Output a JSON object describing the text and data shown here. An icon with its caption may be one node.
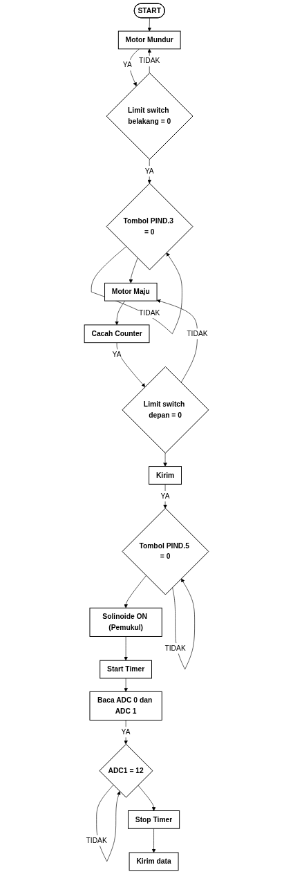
{
  "diagram": {
    "nodes": [
      {
        "text": [
          "START"
        ]
      },
      {
        "text": [
          "Motor Mundur"
        ]
      },
      {
        "text": [
          "Limit switch belakang = 0"
        ]
      },
      {
        "text": [
          "Tombol PIND.3 = 0"
        ]
      },
      {
        "text": [
          "Motor Maju"
        ]
      },
      {
        "text": [
          "Cacah Counter"
        ]
      },
      {
        "text": [
          "Limit switch depan = 0"
        ]
      },
      {
        "text": [
          "Kirim"
        ]
      },
      {
        "text": [
          "Tombol PIND.5 = 0"
        ]
      },
      {
        "text": [
          "Solinoide ON (Pemukul)"
        ]
      },
      {
        "text": [
          "Start Timer"
        ]
      },
      {
        "text": [
          "Baca ADC 0 dan ADC 1"
        ]
      },
      {
        "text": [
          "ADC1 = 12"
        ]
      },
      {
        "text": [
          "Stop Timer"
        ]
      },
      {
        "text": [
          "Kirim data"
        ]
      }
    ],
    "edges": [
      {
        "from": 0,
        "to": 1,
        "arrow": "to"
      },
      {
        "from": 1,
        "to": 2,
        "arrow": "to",
        "label": "YA"
      },
      {
        "from": 2,
        "to": 1,
        "arrow": "to",
        "label": "TIDAK"
      },
      {
        "from": 2,
        "to": 3,
        "arrow": "to",
        "label": "YA"
      },
      {
        "from": 3,
        "to": 3,
        "arrow": "to",
        "label": "TIDAK"
      },
      {
        "from": 3,
        "to": 4,
        "arrow": "to"
      },
      {
        "from": 4,
        "to": 5,
        "arrow": "to"
      },
      {
        "from": 5,
        "to": 6,
        "arrow": "to",
        "label": "YA"
      },
      {
        "from": 6,
        "to": 4,
        "arrow": "to",
        "label": "TIDAK"
      },
      {
        "from": 6,
        "to": 7,
        "arrow": "to"
      },
      {
        "from": 7,
        "to": 8,
        "arrow": "to",
        "label": "YA"
      },
      {
        "from": 8,
        "to": 8,
        "arrow": "to",
        "label": "TIDAK"
      },
      {
        "from": 8,
        "to": 9,
        "arrow": "to"
      },
      {
        "from": 9,
        "to": 10,
        "arrow": "to"
      },
      {
        "from": 10,
        "to": 11,
        "arrow": "to"
      },
      {
        "from": 11,
        "to": 12,
        "arrow": "to",
        "label": "YA"
      },
      {
        "from": 12,
        "to": 12,
        "arrow": "to",
        "label": "TIDAK"
      },
      {
        "from": 12,
        "to": 13,
        "arrow": "to"
      },
      {
        "from": 13,
        "to": 14,
        "arrow": "to"
      }
    ]
  }
}
